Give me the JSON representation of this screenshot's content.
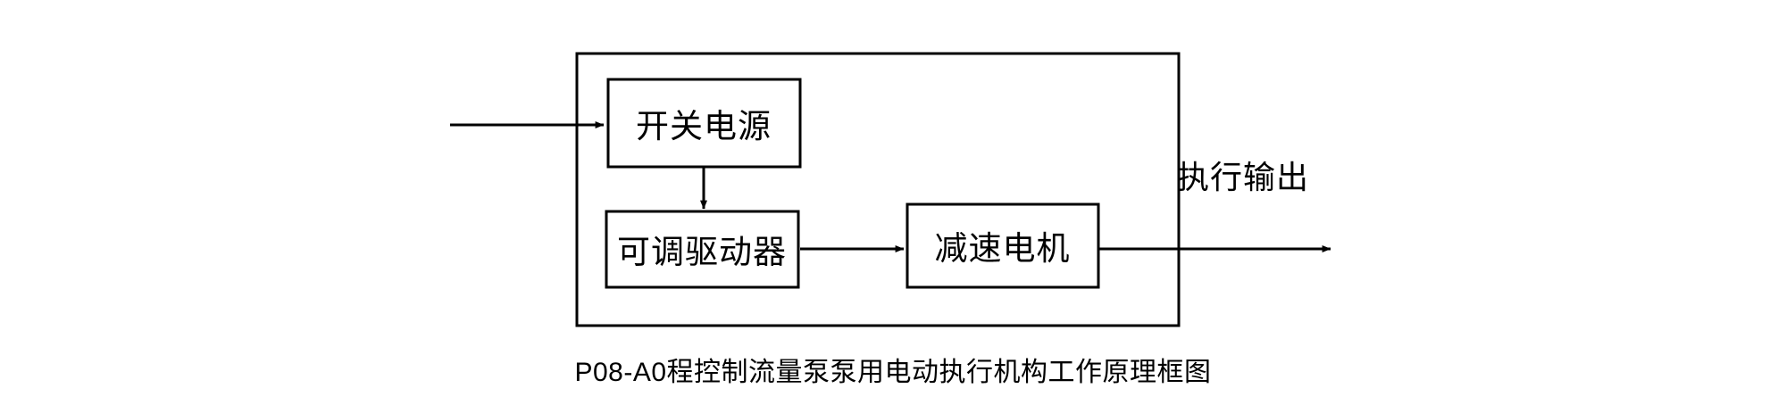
{
  "diagram": {
    "type": "block-diagram",
    "caption": "P08-A0程控制流量泵泵用电动执行机构工作原理框图",
    "stroke_color": "#000000",
    "background_color": "#ffffff",
    "blocks": [
      {
        "id": "switching-power-supply",
        "label": "开关电源"
      },
      {
        "id": "adjustable-driver",
        "label": "可调驱动器"
      },
      {
        "id": "gear-motor",
        "label": "减速电机"
      }
    ],
    "labels": {
      "output": "执行输出"
    },
    "connections": [
      {
        "id": "input-to-psu",
        "from": "external-input",
        "to": "switching-power-supply",
        "direction": "right"
      },
      {
        "id": "psu-to-driver",
        "from": "switching-power-supply",
        "to": "adjustable-driver",
        "direction": "down"
      },
      {
        "id": "driver-to-motor",
        "from": "adjustable-driver",
        "to": "gear-motor",
        "direction": "right"
      },
      {
        "id": "motor-to-output",
        "from": "gear-motor",
        "to": "执行输出",
        "direction": "right"
      }
    ],
    "enclosure": {
      "id": "actuator-enclosure",
      "label": ""
    }
  }
}
